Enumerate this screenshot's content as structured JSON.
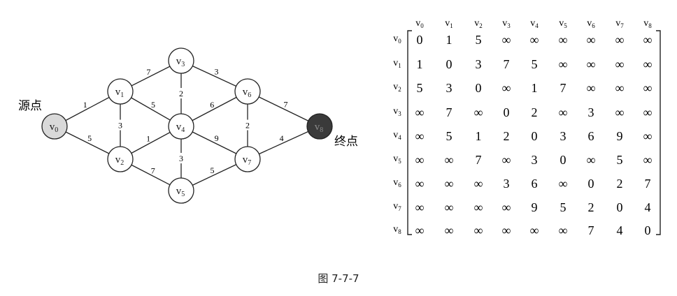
{
  "graph": {
    "source_label": "源点",
    "target_label": "终点",
    "vertices": [
      {
        "id": "v0",
        "name": "v",
        "sub": "0",
        "role": "source"
      },
      {
        "id": "v1",
        "name": "v",
        "sub": "1",
        "role": "normal"
      },
      {
        "id": "v2",
        "name": "v",
        "sub": "2",
        "role": "normal"
      },
      {
        "id": "v3",
        "name": "v",
        "sub": "3",
        "role": "normal"
      },
      {
        "id": "v4",
        "name": "v",
        "sub": "4",
        "role": "normal"
      },
      {
        "id": "v5",
        "name": "v",
        "sub": "5",
        "role": "normal"
      },
      {
        "id": "v6",
        "name": "v",
        "sub": "6",
        "role": "normal"
      },
      {
        "id": "v7",
        "name": "v",
        "sub": "7",
        "role": "normal"
      },
      {
        "id": "v8",
        "name": "v",
        "sub": "8",
        "role": "target"
      }
    ],
    "edges": [
      {
        "from": "v0",
        "to": "v1",
        "weight": "1"
      },
      {
        "from": "v0",
        "to": "v2",
        "weight": "5"
      },
      {
        "from": "v1",
        "to": "v2",
        "weight": "3"
      },
      {
        "from": "v1",
        "to": "v3",
        "weight": "7"
      },
      {
        "from": "v1",
        "to": "v4",
        "weight": "5"
      },
      {
        "from": "v2",
        "to": "v4",
        "weight": "1"
      },
      {
        "from": "v2",
        "to": "v5",
        "weight": "7"
      },
      {
        "from": "v3",
        "to": "v4",
        "weight": "2"
      },
      {
        "from": "v3",
        "to": "v6",
        "weight": "3"
      },
      {
        "from": "v4",
        "to": "v5",
        "weight": "3"
      },
      {
        "from": "v4",
        "to": "v6",
        "weight": "6"
      },
      {
        "from": "v4",
        "to": "v7",
        "weight": "9"
      },
      {
        "from": "v5",
        "to": "v7",
        "weight": "5"
      },
      {
        "from": "v6",
        "to": "v7",
        "weight": "2"
      },
      {
        "from": "v6",
        "to": "v8",
        "weight": "7"
      },
      {
        "from": "v7",
        "to": "v8",
        "weight": "4"
      }
    ],
    "colors": {
      "source_fill": "#d9d9d9",
      "target_fill": "#3a3a3a",
      "node_fill": "#ffffff",
      "stroke": "#222222"
    }
  },
  "matrix": {
    "col_headers": [
      {
        "name": "v",
        "sub": "0"
      },
      {
        "name": "v",
        "sub": "1"
      },
      {
        "name": "v",
        "sub": "2"
      },
      {
        "name": "v",
        "sub": "3"
      },
      {
        "name": "v",
        "sub": "4"
      },
      {
        "name": "v",
        "sub": "5"
      },
      {
        "name": "v",
        "sub": "6"
      },
      {
        "name": "v",
        "sub": "7"
      },
      {
        "name": "v",
        "sub": "8"
      }
    ],
    "row_headers": [
      {
        "name": "v",
        "sub": "0"
      },
      {
        "name": "v",
        "sub": "1"
      },
      {
        "name": "v",
        "sub": "2"
      },
      {
        "name": "v",
        "sub": "3"
      },
      {
        "name": "v",
        "sub": "4"
      },
      {
        "name": "v",
        "sub": "5"
      },
      {
        "name": "v",
        "sub": "6"
      },
      {
        "name": "v",
        "sub": "7"
      },
      {
        "name": "v",
        "sub": "8"
      }
    ],
    "rows": [
      [
        "0",
        "1",
        "5",
        "∞",
        "∞",
        "∞",
        "∞",
        "∞",
        "∞"
      ],
      [
        "1",
        "0",
        "3",
        "7",
        "5",
        "∞",
        "∞",
        "∞",
        "∞"
      ],
      [
        "5",
        "3",
        "0",
        "∞",
        "1",
        "7",
        "∞",
        "∞",
        "∞"
      ],
      [
        "∞",
        "7",
        "∞",
        "0",
        "2",
        "∞",
        "3",
        "∞",
        "∞"
      ],
      [
        "∞",
        "5",
        "1",
        "2",
        "0",
        "3",
        "6",
        "9",
        "∞"
      ],
      [
        "∞",
        "∞",
        "7",
        "∞",
        "3",
        "0",
        "∞",
        "5",
        "∞"
      ],
      [
        "∞",
        "∞",
        "∞",
        "3",
        "6",
        "∞",
        "0",
        "2",
        "7"
      ],
      [
        "∞",
        "∞",
        "∞",
        "∞",
        "9",
        "5",
        "2",
        "0",
        "4"
      ],
      [
        "∞",
        "∞",
        "∞",
        "∞",
        "∞",
        "∞",
        "7",
        "4",
        "0"
      ]
    ]
  },
  "caption": "图 7-7-7"
}
